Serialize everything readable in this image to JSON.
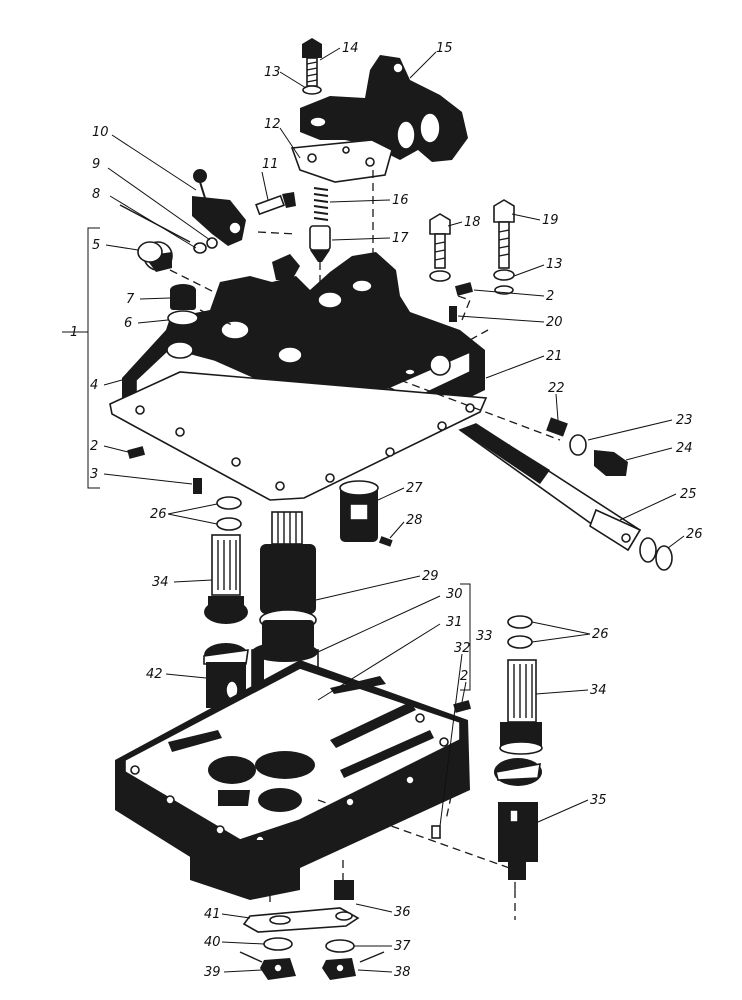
{
  "callouts": [
    {
      "n": "1"
    },
    {
      "n": "2"
    },
    {
      "n": "3"
    },
    {
      "n": "4"
    },
    {
      "n": "5"
    },
    {
      "n": "6"
    },
    {
      "n": "7"
    },
    {
      "n": "8"
    },
    {
      "n": "9"
    },
    {
      "n": "10"
    },
    {
      "n": "11"
    },
    {
      "n": "12"
    },
    {
      "n": "13"
    },
    {
      "n": "14"
    },
    {
      "n": "15"
    },
    {
      "n": "16"
    },
    {
      "n": "17"
    },
    {
      "n": "18"
    },
    {
      "n": "19"
    },
    {
      "n": "13"
    },
    {
      "n": "2"
    },
    {
      "n": "20"
    },
    {
      "n": "21"
    },
    {
      "n": "22"
    },
    {
      "n": "23"
    },
    {
      "n": "24"
    },
    {
      "n": "25"
    },
    {
      "n": "26"
    },
    {
      "n": "2"
    },
    {
      "n": "3"
    },
    {
      "n": "26"
    },
    {
      "n": "27"
    },
    {
      "n": "28"
    },
    {
      "n": "34"
    },
    {
      "n": "29"
    },
    {
      "n": "30"
    },
    {
      "n": "31"
    },
    {
      "n": "32"
    },
    {
      "n": "33"
    },
    {
      "n": "2"
    },
    {
      "n": "42"
    },
    {
      "n": "26"
    },
    {
      "n": "34"
    },
    {
      "n": "35"
    },
    {
      "n": "36"
    },
    {
      "n": "41"
    },
    {
      "n": "40"
    },
    {
      "n": "37"
    },
    {
      "n": "39"
    },
    {
      "n": "38"
    }
  ]
}
